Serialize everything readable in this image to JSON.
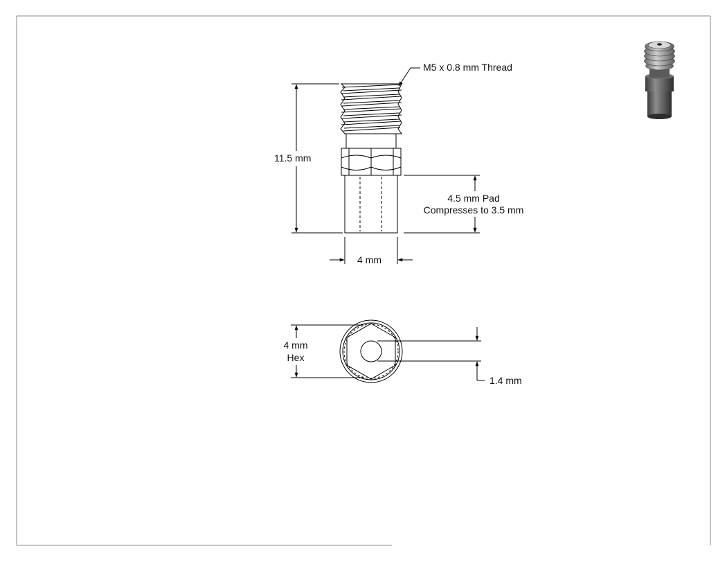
{
  "drawing": {
    "thread_callout": "M5 x 0.8 mm Thread",
    "overall_length": "11.5 mm",
    "pad_height_line1": "4.5 mm Pad",
    "pad_height_line2": "Compresses to 3.5 mm",
    "body_width": "4 mm",
    "hex_size_line1": "4 mm",
    "hex_size_line2": "Hex",
    "bore_diameter": "1.4 mm"
  },
  "colors": {
    "line": "#000000",
    "border": "#8a8a8a",
    "part_dark": "#4a4a4a",
    "part_light": "#bdbdbd"
  }
}
